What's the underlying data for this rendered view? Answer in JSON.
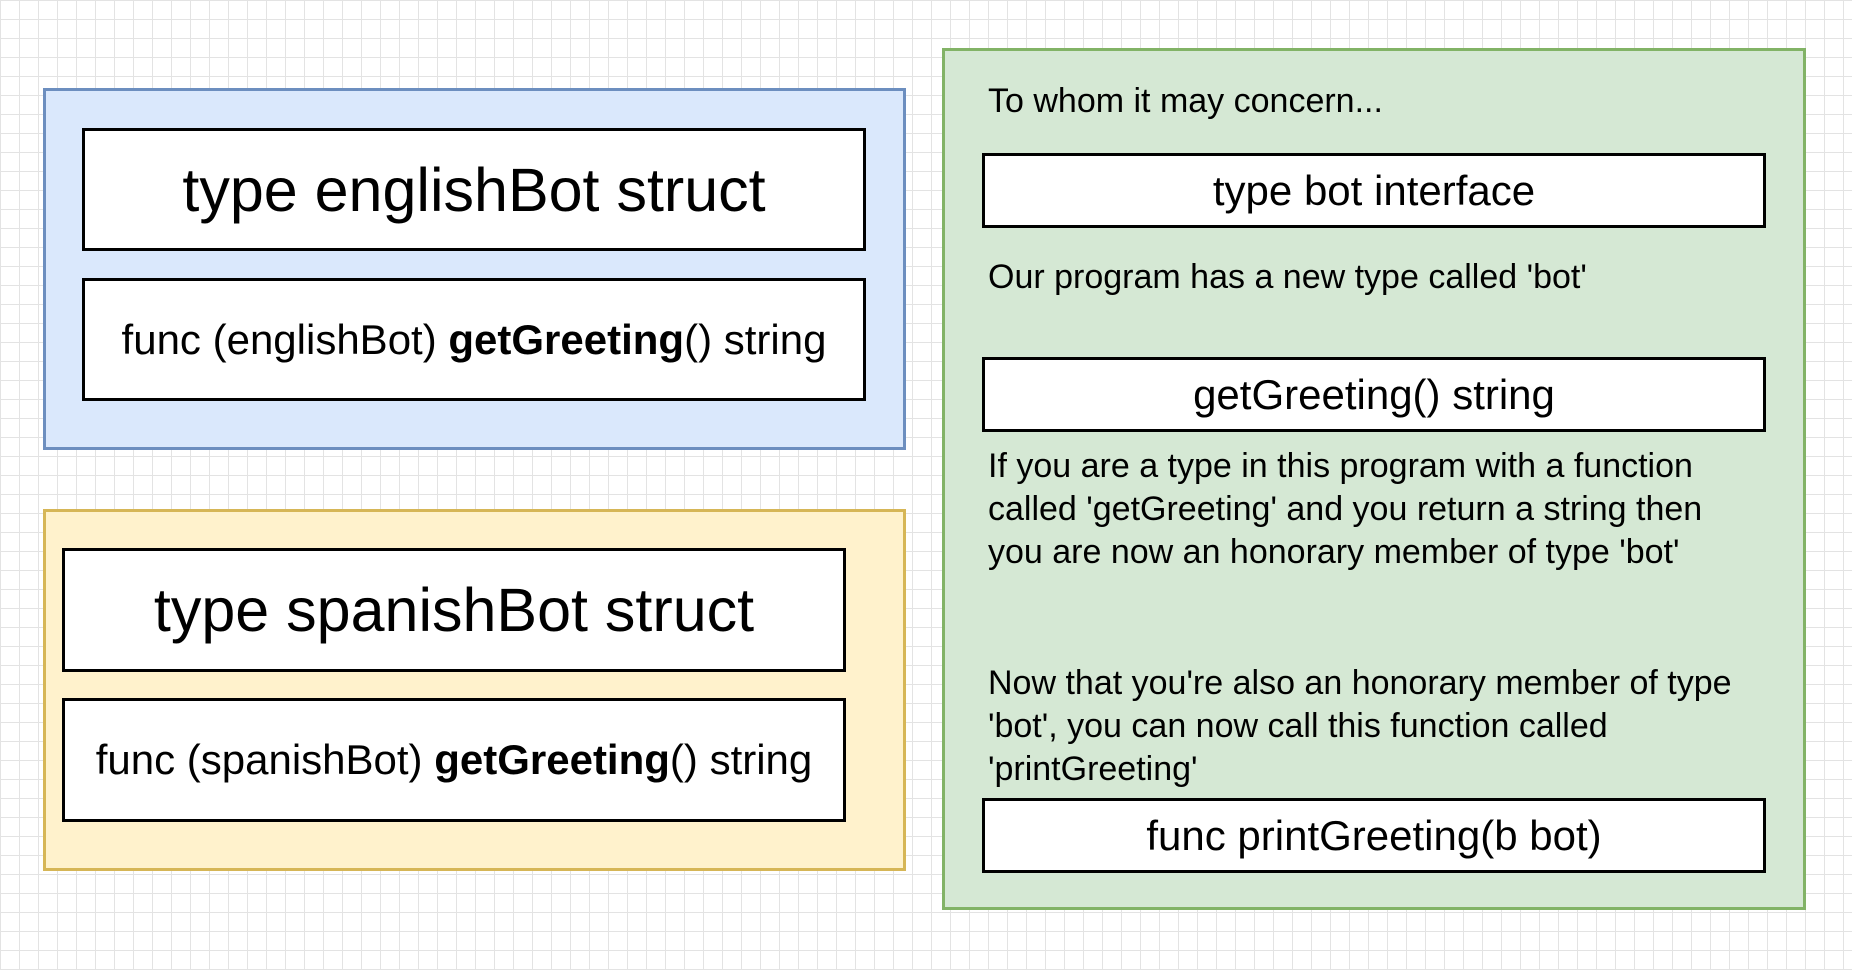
{
  "english_bot": {
    "type_decl": "type englishBot struct",
    "func_prefix": "func (englishBot) ",
    "func_name": "getGreeting",
    "func_suffix": "() string"
  },
  "spanish_bot": {
    "type_decl": "type spanishBot struct",
    "func_prefix": "func (spanishBot) ",
    "func_name": "getGreeting",
    "func_suffix": "() string"
  },
  "bot_interface": {
    "intro": "To whom it may concern...",
    "type_decl": "type bot interface",
    "new_type_note": "Our program has a new type called 'bot'",
    "method_signature": "getGreeting() string",
    "membership_note": "If you are a type in this program with a function called 'getGreeting' and you return a string then you are now an honorary member of type 'bot'",
    "function_note": "Now that you're also an honorary member of type 'bot', you can now call this function called 'printGreeting'",
    "print_func": "func printGreeting(b bot)"
  },
  "colors": {
    "english_fill": "#dae8fc",
    "english_stroke": "#6c8ebf",
    "spanish_fill": "#fff2cc",
    "spanish_stroke": "#d6b656",
    "interface_fill": "#d5e8d4",
    "interface_stroke": "#82b366"
  }
}
